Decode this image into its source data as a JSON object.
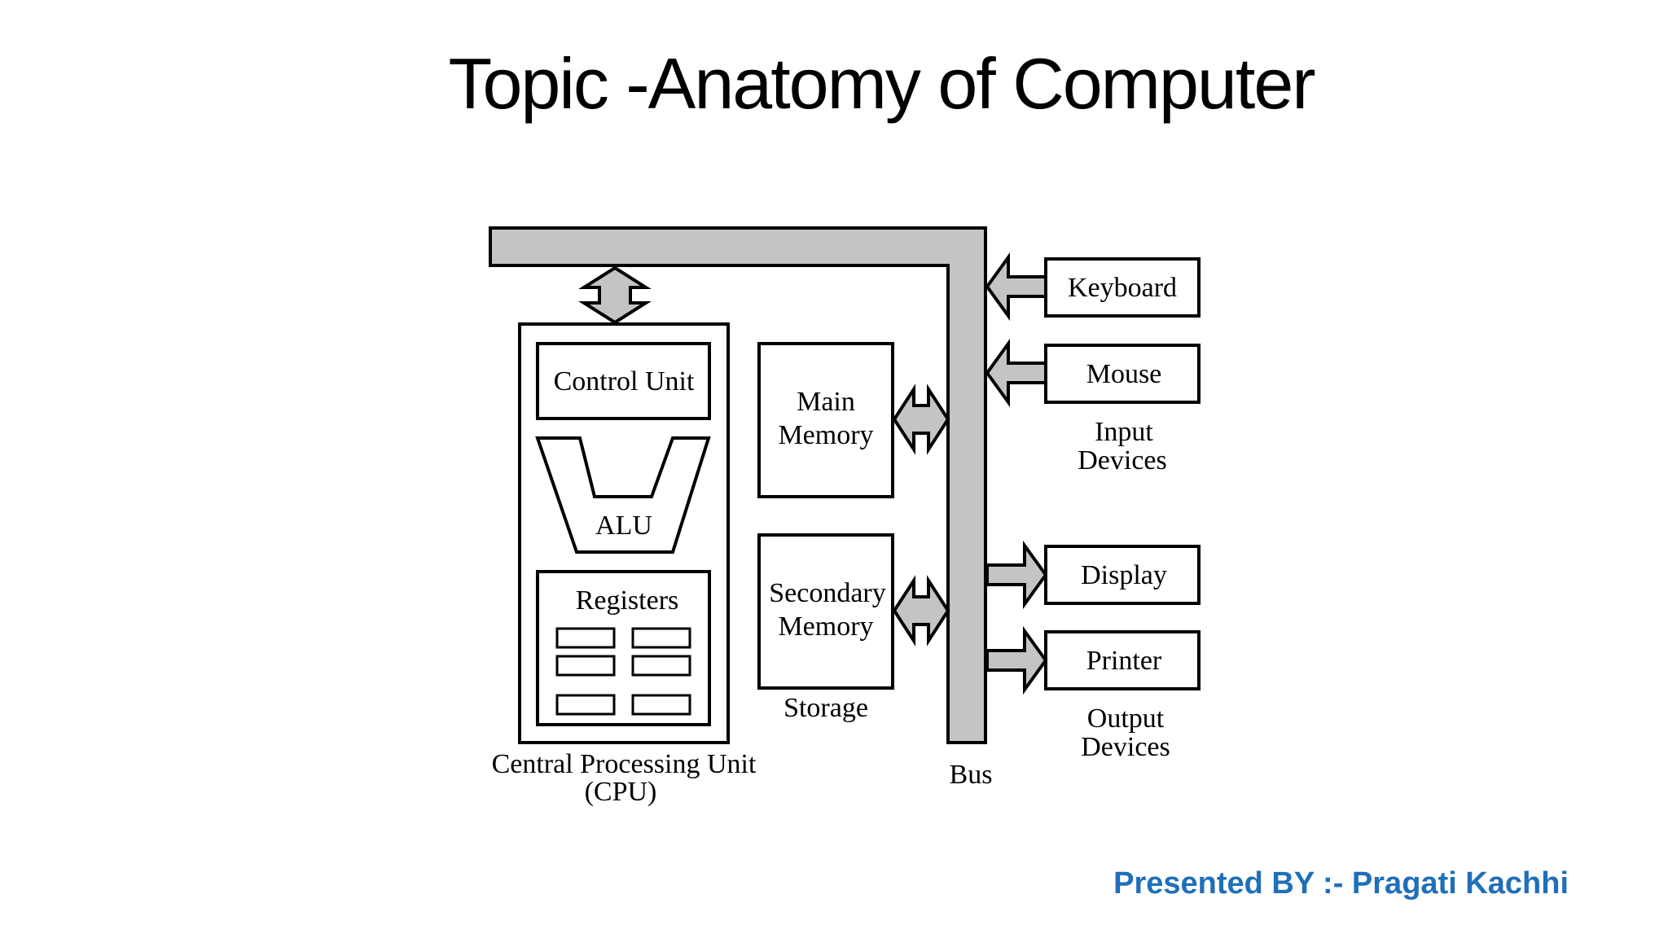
{
  "slide": {
    "title": "Topic -Anatomy  of Computer",
    "presenter": "Presented BY :- Pragati Kachhi"
  },
  "diagram": {
    "cpu": {
      "label_line1": "Central Processing Unit",
      "label_line2": "(CPU)",
      "control_unit": "Control Unit",
      "alu": "ALU",
      "registers": "Registers"
    },
    "storage": {
      "main_memory_line1": "Main",
      "main_memory_line2": "Memory",
      "secondary_memory_line1": "Secondary",
      "secondary_memory_line2": "Memory",
      "label": "Storage"
    },
    "bus": {
      "label": "Bus"
    },
    "input": {
      "keyboard": "Keyboard",
      "mouse": "Mouse",
      "label_line1": "Input",
      "label_line2": "Devices"
    },
    "output": {
      "display": "Display",
      "printer": "Printer",
      "label_line1": "Output",
      "label_line2": "Devices"
    }
  },
  "colors": {
    "bus_fill": "#c4c4c4",
    "presenter_text": "#1f6fb9"
  }
}
